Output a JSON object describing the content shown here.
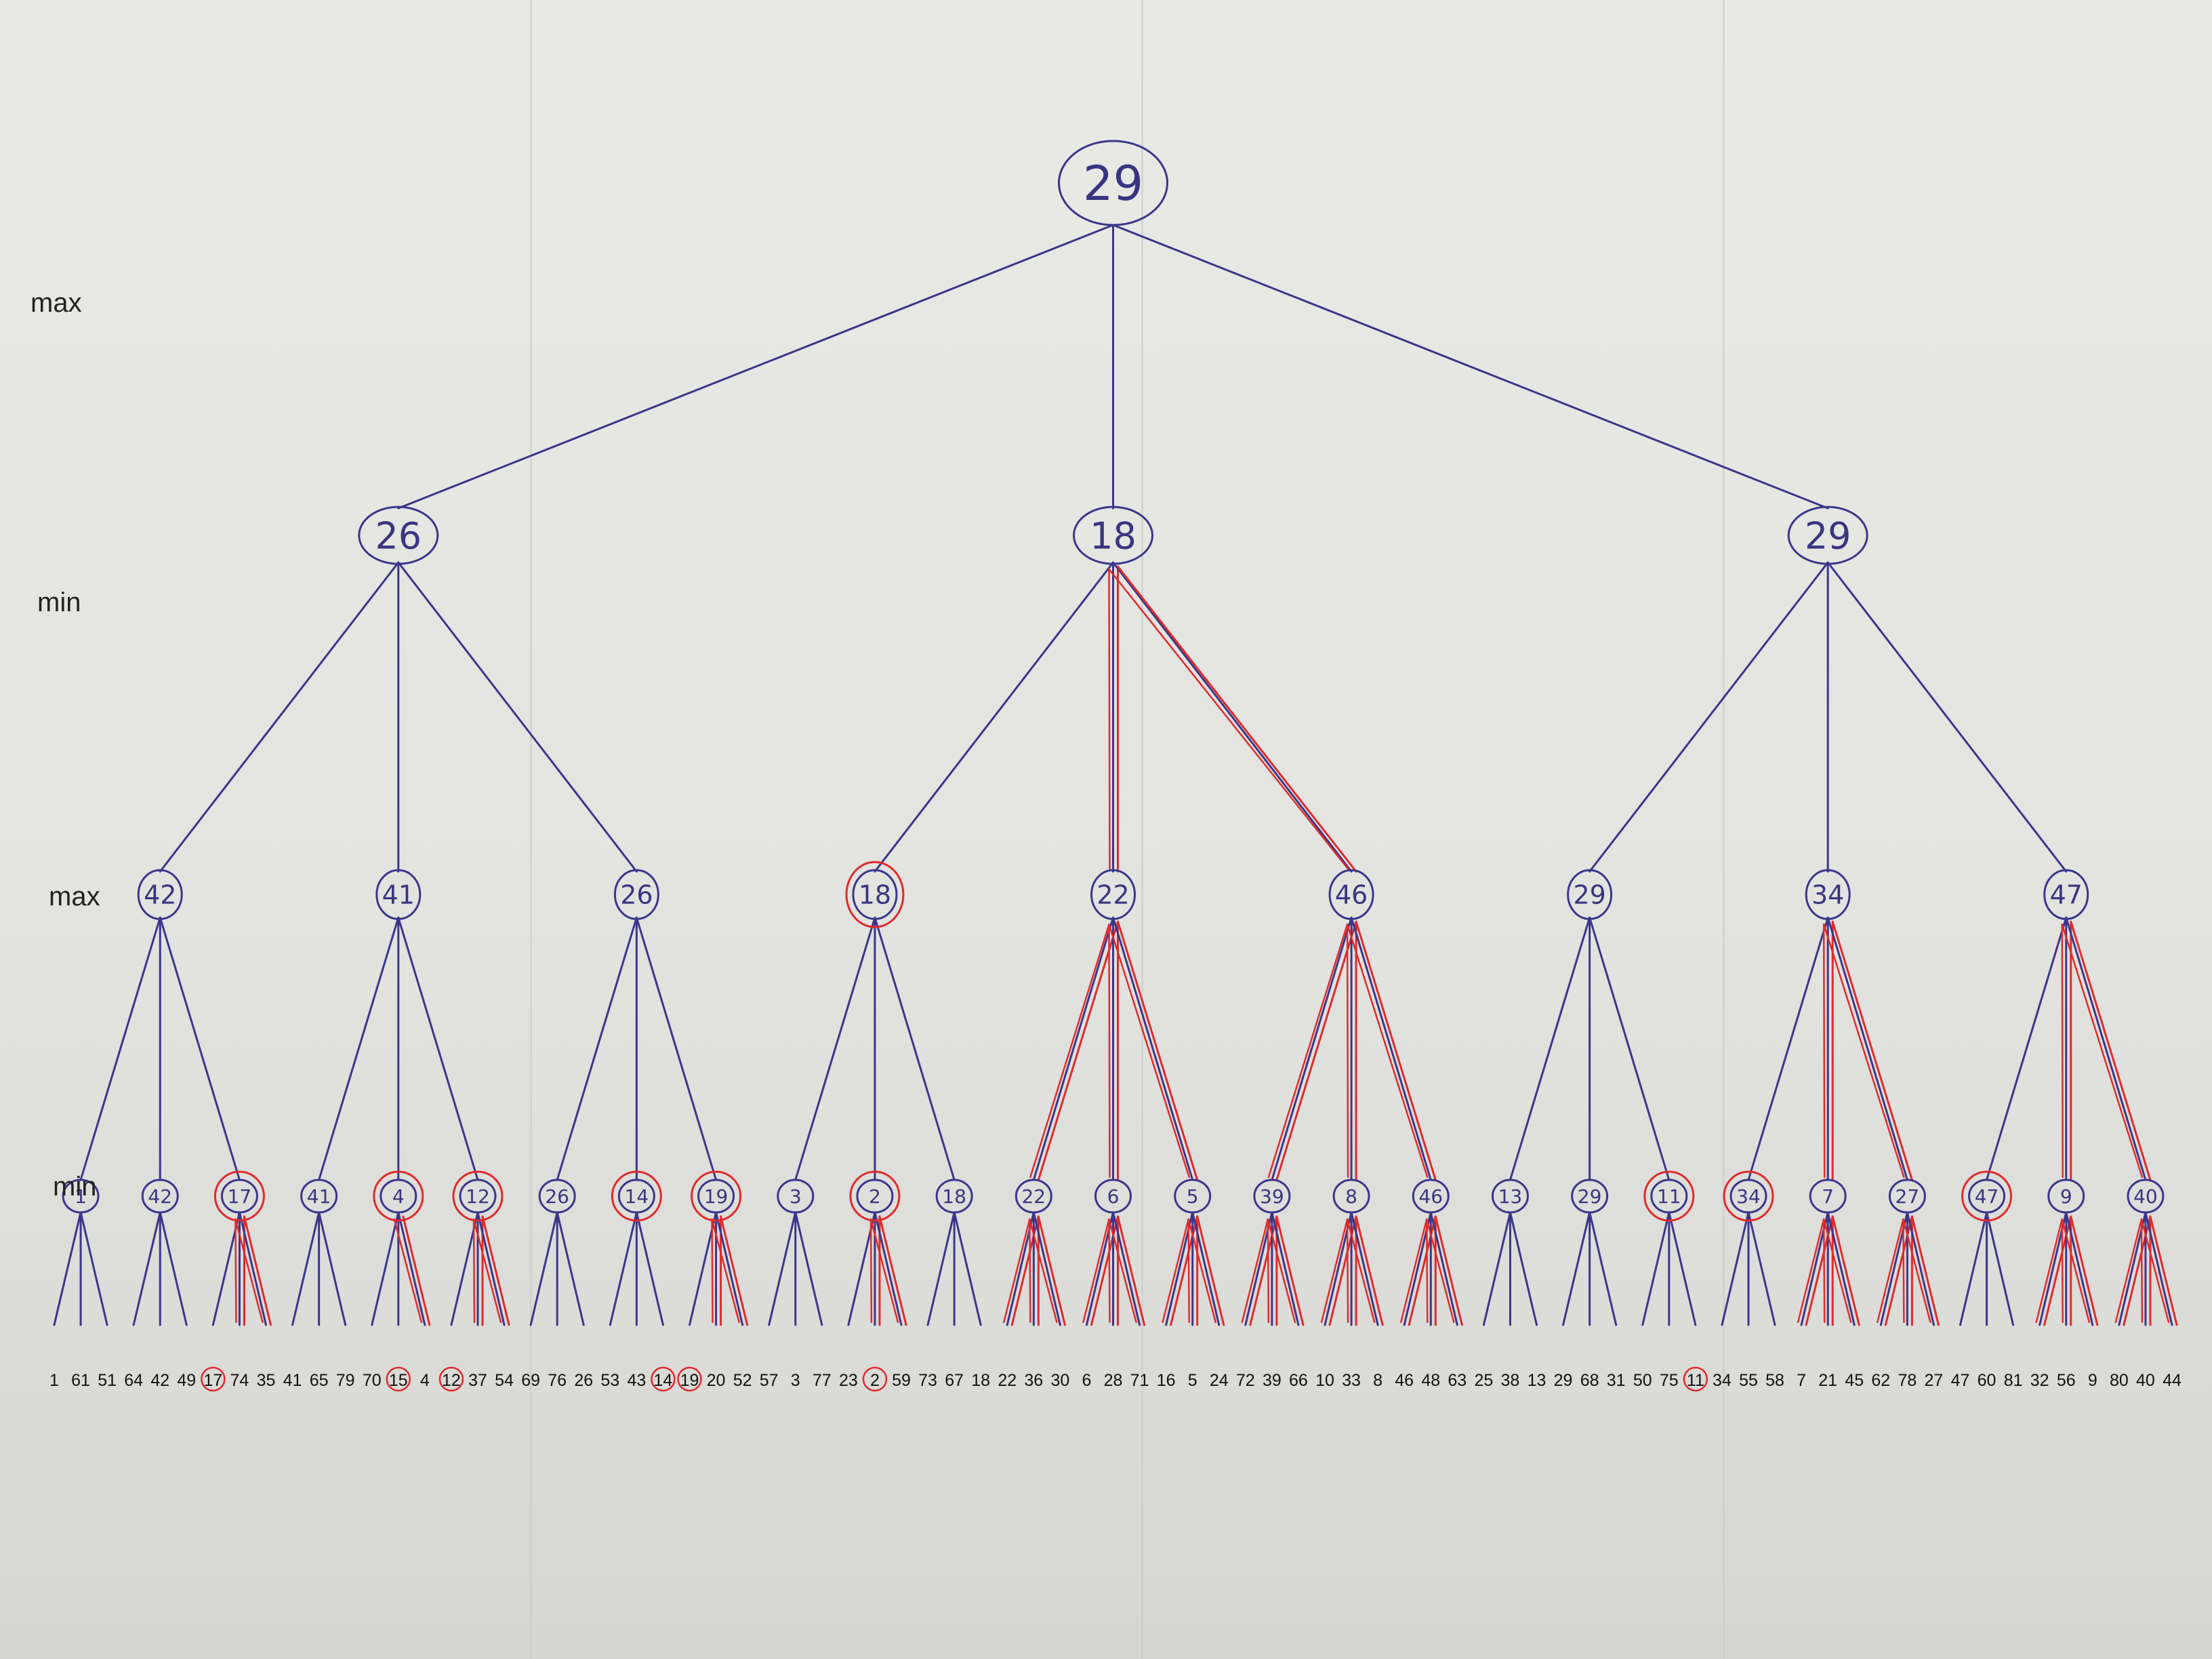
{
  "level_labels": [
    "max",
    "min",
    "max",
    "min"
  ],
  "colors": {
    "ink": "#3b368a",
    "pruned": "#e02b2b",
    "paper": "#e6e6e3"
  },
  "tree": {
    "value": "29",
    "children": [
      {
        "value": "26",
        "children": [
          {
            "value": "42",
            "children": [
              {
                "value": "1",
                "leaves": [
                  "1",
                  "61",
                  "51"
                ]
              },
              {
                "value": "42",
                "leaves": [
                  "64",
                  "42",
                  "49"
                ]
              },
              {
                "value": "17",
                "leaves": [
                  "17",
                  "74",
                  "35"
                ],
                "pruned": [
                  false,
                  true,
                  true
                ],
                "circled": [
                  true,
                  false,
                  false
                ]
              }
            ]
          },
          {
            "value": "41",
            "children": [
              {
                "value": "41",
                "leaves": [
                  "41",
                  "65",
                  "79"
                ]
              },
              {
                "value": "4",
                "leaves": [
                  "70",
                  "15",
                  "4"
                ],
                "pruned": [
                  false,
                  false,
                  true
                ],
                "circled": [
                  false,
                  true,
                  false
                ]
              },
              {
                "value": "12",
                "leaves": [
                  "12",
                  "37",
                  "54"
                ],
                "pruned": [
                  false,
                  true,
                  true
                ],
                "circled": [
                  true,
                  false,
                  false
                ]
              }
            ]
          },
          {
            "value": "26",
            "children": [
              {
                "value": "26",
                "leaves": [
                  "69",
                  "76",
                  "26"
                ]
              },
              {
                "value": "14",
                "leaves": [
                  "53",
                  "43",
                  "14"
                ],
                "circled": [
                  false,
                  false,
                  true
                ]
              },
              {
                "value": "19",
                "leaves": [
                  "19",
                  "20",
                  "52"
                ],
                "pruned": [
                  false,
                  true,
                  true
                ],
                "circled": [
                  true,
                  false,
                  false
                ]
              }
            ]
          }
        ]
      },
      {
        "value": "18",
        "pruned": [
          false,
          true,
          true
        ],
        "children": [
          {
            "value": "18",
            "circled": true,
            "children": [
              {
                "value": "3",
                "leaves": [
                  "57",
                  "3",
                  "77"
                ]
              },
              {
                "value": "2",
                "leaves": [
                  "23",
                  "2",
                  "59"
                ],
                "pruned": [
                  false,
                  true,
                  true
                ],
                "circled": [
                  false,
                  true,
                  false
                ]
              },
              {
                "value": "18",
                "leaves": [
                  "73",
                  "67",
                  "18"
                ]
              }
            ]
          },
          {
            "value": "22",
            "pruned": [
              true,
              true,
              true
            ],
            "children": [
              {
                "value": "22",
                "leaves": [
                  "22",
                  "36",
                  "30"
                ],
                "pruned": [
                  true,
                  true,
                  true
                ]
              },
              {
                "value": "6",
                "leaves": [
                  "6",
                  "28",
                  "71"
                ],
                "pruned": [
                  true,
                  true,
                  true
                ]
              },
              {
                "value": "5",
                "leaves": [
                  "16",
                  "5",
                  "24"
                ],
                "pruned": [
                  true,
                  true,
                  true
                ]
              }
            ]
          },
          {
            "value": "46",
            "pruned": [
              true,
              true,
              true
            ],
            "children": [
              {
                "value": "39",
                "leaves": [
                  "72",
                  "39",
                  "66"
                ],
                "pruned": [
                  true,
                  true,
                  true
                ]
              },
              {
                "value": "8",
                "leaves": [
                  "10",
                  "33",
                  "8"
                ],
                "pruned": [
                  true,
                  true,
                  true
                ]
              },
              {
                "value": "46",
                "leaves": [
                  "46",
                  "48",
                  "63"
                ],
                "pruned": [
                  true,
                  true,
                  true
                ]
              }
            ]
          }
        ]
      },
      {
        "value": "29",
        "children": [
          {
            "value": "29",
            "children": [
              {
                "value": "13",
                "leaves": [
                  "25",
                  "38",
                  "13"
                ]
              },
              {
                "value": "29",
                "leaves": [
                  "29",
                  "68",
                  "31"
                ]
              },
              {
                "value": "11",
                "leaves": [
                  "50",
                  "75",
                  "11"
                ],
                "circled": [
                  false,
                  false,
                  true
                ]
              }
            ]
          },
          {
            "value": "34",
            "pruned": [
              false,
              true,
              true
            ],
            "children": [
              {
                "value": "34",
                "circled": true,
                "leaves": [
                  "34",
                  "55",
                  "58"
                ],
                "circled_leaf": [
                  true,
                  false,
                  false
                ]
              },
              {
                "value": "7",
                "leaves": [
                  "7",
                  "21",
                  "45"
                ],
                "pruned": [
                  true,
                  true,
                  true
                ]
              },
              {
                "value": "27",
                "leaves": [
                  "62",
                  "78",
                  "27"
                ],
                "pruned": [
                  true,
                  true,
                  true
                ]
              }
            ]
          },
          {
            "value": "47",
            "pruned": [
              false,
              true,
              true
            ],
            "children": [
              {
                "value": "47",
                "circled": true,
                "leaves": [
                  "47",
                  "60",
                  "81"
                ]
              },
              {
                "value": "9",
                "leaves": [
                  "32",
                  "56",
                  "9"
                ],
                "pruned": [
                  true,
                  true,
                  true
                ]
              },
              {
                "value": "40",
                "leaves": [
                  "80",
                  "40",
                  "44"
                ],
                "pruned": [
                  true,
                  true,
                  true
                ]
              }
            ]
          }
        ]
      }
    ]
  }
}
